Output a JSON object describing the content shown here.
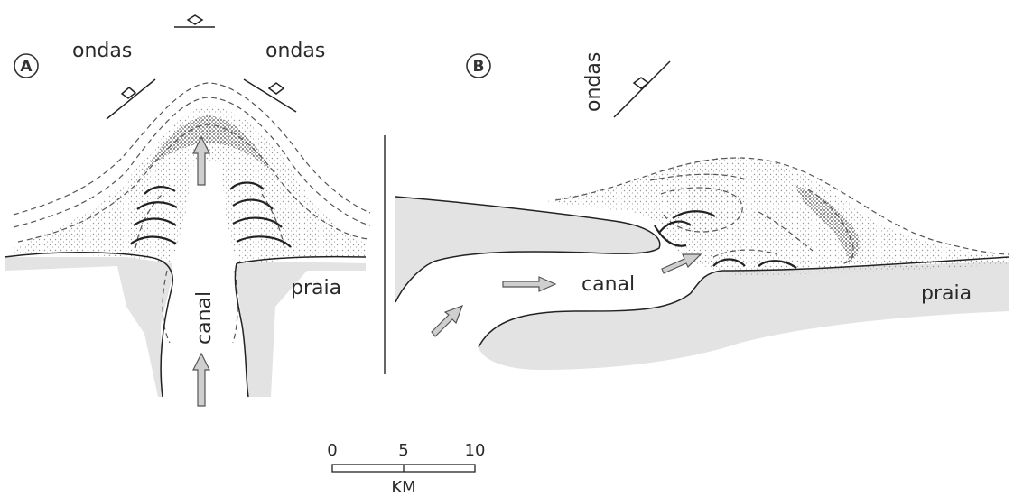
{
  "panel_a": {
    "badge": "A",
    "waves_left": "ondas",
    "waves_right": "ondas",
    "channel": "canal",
    "beach": "praia"
  },
  "panel_b": {
    "badge": "B",
    "waves": "ondas",
    "channel": "canal",
    "beach": "praia"
  },
  "scale_bar": {
    "ticks": [
      "0",
      "5",
      "10"
    ],
    "unit": "KM"
  },
  "colors": {
    "land": "#e3e3e3",
    "stipple": "#8a8a8a",
    "dense_stipple": "#2e2e2e",
    "line": "#222222",
    "arrow_fill": "#cfcfcf",
    "arrow_stroke": "#555555"
  }
}
